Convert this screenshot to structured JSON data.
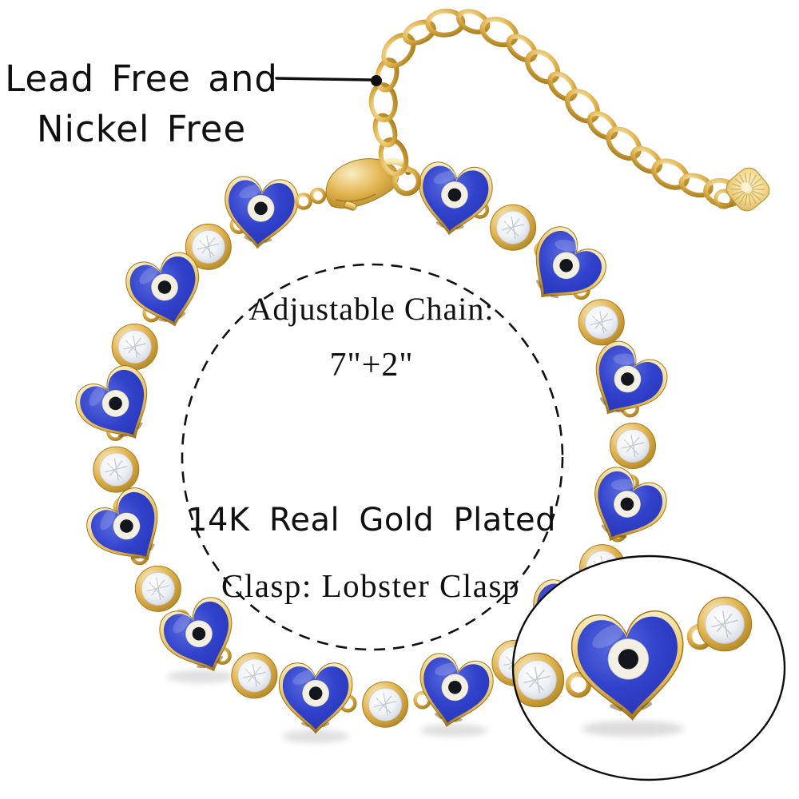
{
  "page": {
    "background": "#ffffff",
    "subject": "gold heart evil-eye link bracelet with extender chain, lobster clasp and magnified detail circle"
  },
  "callout": {
    "line1": "Lead Free and",
    "line2": "Nickel Free"
  },
  "center_notes": {
    "chain_label": "Adjustable Chain:",
    "chain_value": "7\"+2\"",
    "plating": "14K Real Gold Plated",
    "clasp": "Clasp: Lobster Clasp"
  },
  "product": {
    "charms": {
      "heart_charms": 12,
      "cz_links": 11,
      "hidden_behind_magnifier": 1
    },
    "colors": {
      "gold_light": "#f9edc2",
      "gold": "#e0b253",
      "gold_dark": "#9f7216",
      "enamel_blue": "#3142cb",
      "enamel_blue_dark": "#2331ae",
      "enamel_blue_light": "#5b6ce0",
      "eye_white": "#f3f0e3",
      "pupil": "#14161d",
      "cz_white": "#ffffff",
      "outline_black": "#101010"
    }
  }
}
